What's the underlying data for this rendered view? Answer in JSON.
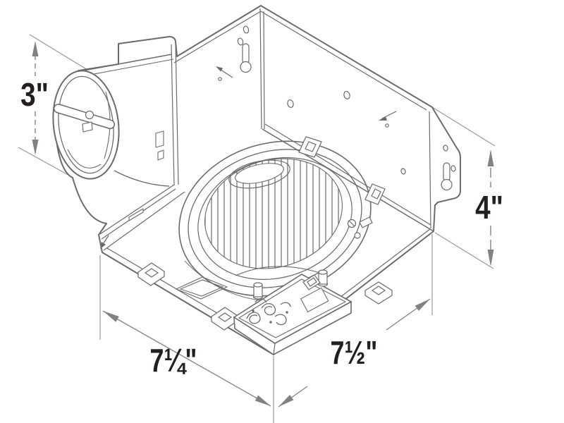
{
  "diagram": {
    "type": "isometric-technical-drawing",
    "subject": "ventilation fan housing line drawing with blower wheel, duct collar, mounting flanges and junction box",
    "dimensions": {
      "duct_diameter": {
        "label": "3\""
      },
      "housing_height": {
        "label": "4\""
      },
      "housing_width": {
        "label": "7¼\""
      },
      "housing_depth": {
        "label": "7½\""
      }
    },
    "colors": {
      "background": "#ffffff",
      "drawing_line": "#6a6b6d",
      "dimension_line": "#808285",
      "label_text": "#231f20"
    }
  }
}
